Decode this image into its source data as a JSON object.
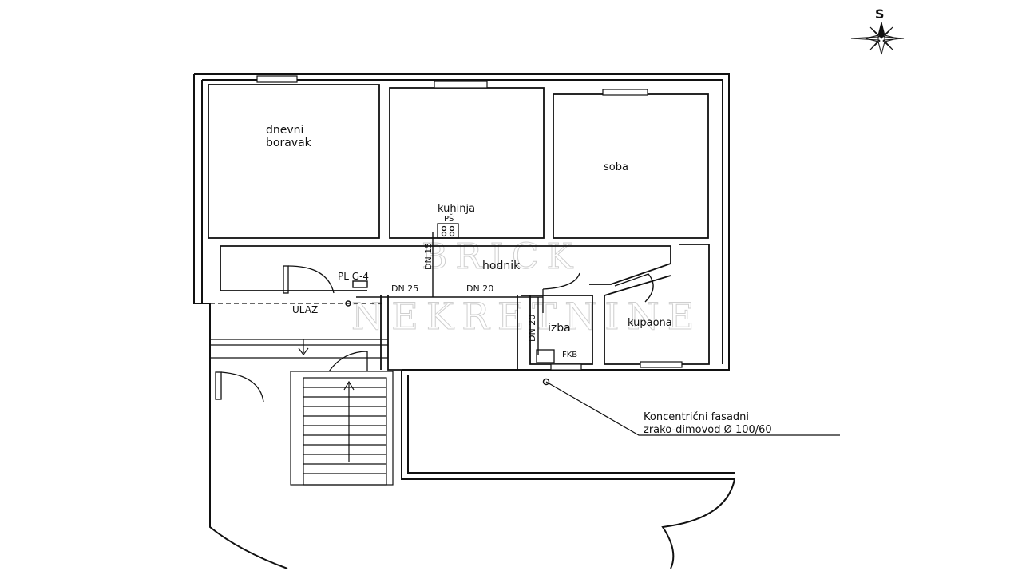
{
  "compass": {
    "label": "S",
    "icon": "compass-rose-icon"
  },
  "rooms": {
    "dnevni_line1": "dnevni",
    "dnevni_line2": "boravak",
    "kuhinja": "kuhinja",
    "ps": "PŠ",
    "soba": "soba",
    "hodnik": "hodnik",
    "izba": "izba",
    "kupaona": "kupaona",
    "ulaz": "ULAZ"
  },
  "pipes": {
    "pl": "PL G-4",
    "dn25": "DN 25",
    "dn20_h": "DN 20",
    "dn15": "DN 15",
    "dn20_v": "DN 20",
    "fkb": "FKB"
  },
  "annotation": {
    "line1": "Koncentrični fasadni",
    "line2": "zrako-dimovod  Ø 100/60"
  },
  "watermark": {
    "line1": "BRICK",
    "line2": "NEKRETNINE"
  },
  "colors": {
    "ink": "#111111",
    "watermark": "#cfcfcf",
    "background": "#ffffff"
  }
}
